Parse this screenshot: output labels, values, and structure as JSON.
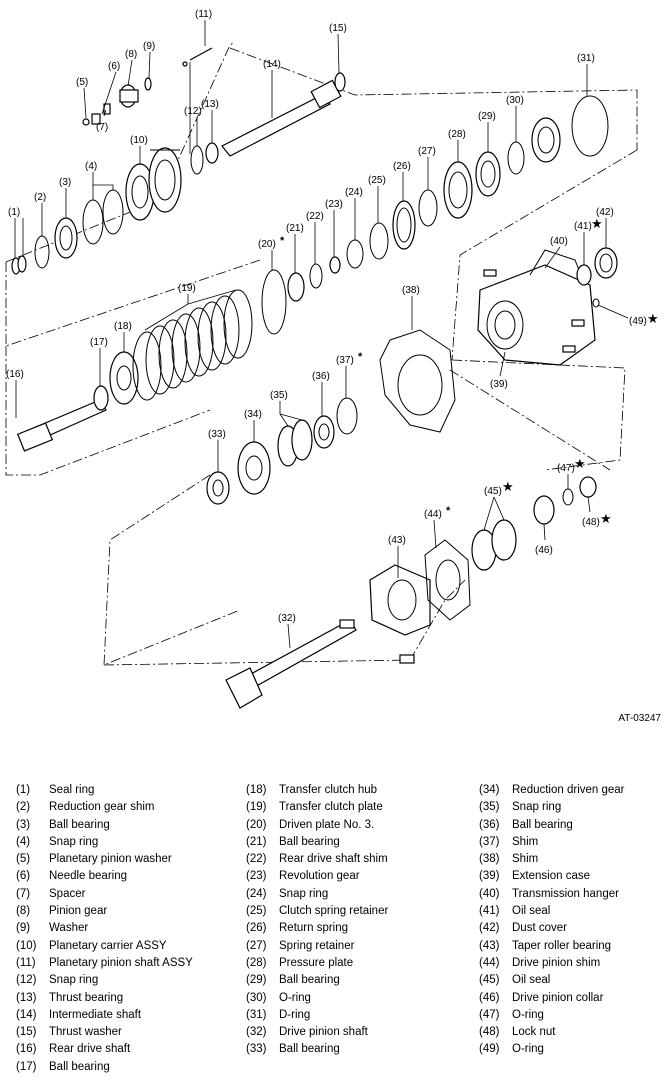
{
  "figure_code": "AT-03247",
  "parts": [
    {
      "number": "(1)",
      "name": "Seal ring"
    },
    {
      "number": "(2)",
      "name": "Reduction gear shim"
    },
    {
      "number": "(3)",
      "name": "Ball bearing"
    },
    {
      "number": "(4)",
      "name": "Snap ring"
    },
    {
      "number": "(5)",
      "name": "Planetary pinion washer"
    },
    {
      "number": "(6)",
      "name": "Needle bearing"
    },
    {
      "number": "(7)",
      "name": "Spacer"
    },
    {
      "number": "(8)",
      "name": "Pinion gear"
    },
    {
      "number": "(9)",
      "name": "Washer"
    },
    {
      "number": "(10)",
      "name": "Planetary carrier ASSY"
    },
    {
      "number": "(11)",
      "name": "Planetary pinion shaft ASSY"
    },
    {
      "number": "(12)",
      "name": "Snap ring"
    },
    {
      "number": "(13)",
      "name": "Thrust bearing"
    },
    {
      "number": "(14)",
      "name": "Intermediate shaft"
    },
    {
      "number": "(15)",
      "name": "Thrust washer"
    },
    {
      "number": "(16)",
      "name": "Rear drive shaft"
    },
    {
      "number": "(17)",
      "name": "Ball bearing"
    },
    {
      "number": "(18)",
      "name": "Transfer clutch hub"
    },
    {
      "number": "(19)",
      "name": "Transfer clutch plate"
    },
    {
      "number": "(20)",
      "name": "Driven plate No. 3."
    },
    {
      "number": "(21)",
      "name": "Ball bearing"
    },
    {
      "number": "(22)",
      "name": "Rear drive shaft shim"
    },
    {
      "number": "(23)",
      "name": "Revolution gear"
    },
    {
      "number": "(24)",
      "name": "Snap ring"
    },
    {
      "number": "(25)",
      "name": "Clutch spring retainer"
    },
    {
      "number": "(26)",
      "name": "Return spring"
    },
    {
      "number": "(27)",
      "name": "Spring retainer"
    },
    {
      "number": "(28)",
      "name": "Pressure plate"
    },
    {
      "number": "(29)",
      "name": "Ball bearing"
    },
    {
      "number": "(30)",
      "name": "O-ring"
    },
    {
      "number": "(31)",
      "name": "D-ring"
    },
    {
      "number": "(32)",
      "name": "Drive pinion shaft"
    },
    {
      "number": "(33)",
      "name": "Ball bearing"
    },
    {
      "number": "(34)",
      "name": "Reduction driven gear"
    },
    {
      "number": "(35)",
      "name": "Snap ring"
    },
    {
      "number": "(36)",
      "name": "Ball bearing"
    },
    {
      "number": "(37)",
      "name": "Shim"
    },
    {
      "number": "(38)",
      "name": "Shim"
    },
    {
      "number": "(39)",
      "name": "Extension case"
    },
    {
      "number": "(40)",
      "name": "Transmission hanger"
    },
    {
      "number": "(41)",
      "name": "Oil seal"
    },
    {
      "number": "(42)",
      "name": "Dust cover"
    },
    {
      "number": "(43)",
      "name": "Taper roller bearing"
    },
    {
      "number": "(44)",
      "name": "Drive pinion shim"
    },
    {
      "number": "(45)",
      "name": "Oil seal"
    },
    {
      "number": "(46)",
      "name": "Drive pinion collar"
    },
    {
      "number": "(47)",
      "name": "O-ring"
    },
    {
      "number": "(48)",
      "name": "Lock nut"
    },
    {
      "number": "(49)",
      "name": "O-ring"
    }
  ],
  "callouts": [
    {
      "label": "(1)"
    },
    {
      "label": "(2)"
    },
    {
      "label": "(3)"
    },
    {
      "label": "(4)"
    },
    {
      "label": "(5)"
    },
    {
      "label": "(6)"
    },
    {
      "label": "(7)"
    },
    {
      "label": "(8)"
    },
    {
      "label": "(9)"
    },
    {
      "label": "(10)"
    },
    {
      "label": "(11)"
    },
    {
      "label": "(12)"
    },
    {
      "label": "(13)"
    },
    {
      "label": "(14)"
    },
    {
      "label": "(15)"
    },
    {
      "label": "(16)"
    },
    {
      "label": "(17)"
    },
    {
      "label": "(18)"
    },
    {
      "label": "(19)"
    },
    {
      "label": "(20)"
    },
    {
      "label": "(21)"
    },
    {
      "label": "(22)"
    },
    {
      "label": "(23)"
    },
    {
      "label": "(24)"
    },
    {
      "label": "(25)"
    },
    {
      "label": "(26)"
    },
    {
      "label": "(27)"
    },
    {
      "label": "(28)"
    },
    {
      "label": "(29)"
    },
    {
      "label": "(30)"
    },
    {
      "label": "(31)"
    },
    {
      "label": "(32)"
    },
    {
      "label": "(33)"
    },
    {
      "label": "(34)"
    },
    {
      "label": "(35)"
    },
    {
      "label": "(36)"
    },
    {
      "label": "(37)"
    },
    {
      "label": "(38)"
    },
    {
      "label": "(39)"
    },
    {
      "label": "(40)"
    },
    {
      "label": "(41)"
    },
    {
      "label": "(42)"
    },
    {
      "label": "(43)"
    },
    {
      "label": "(44)"
    },
    {
      "label": "(45)"
    },
    {
      "label": "(46)"
    },
    {
      "label": "(47)"
    },
    {
      "label": "(48)"
    },
    {
      "label": "(49)"
    }
  ],
  "markers": {
    "star": "★",
    "asterisk": "*"
  }
}
